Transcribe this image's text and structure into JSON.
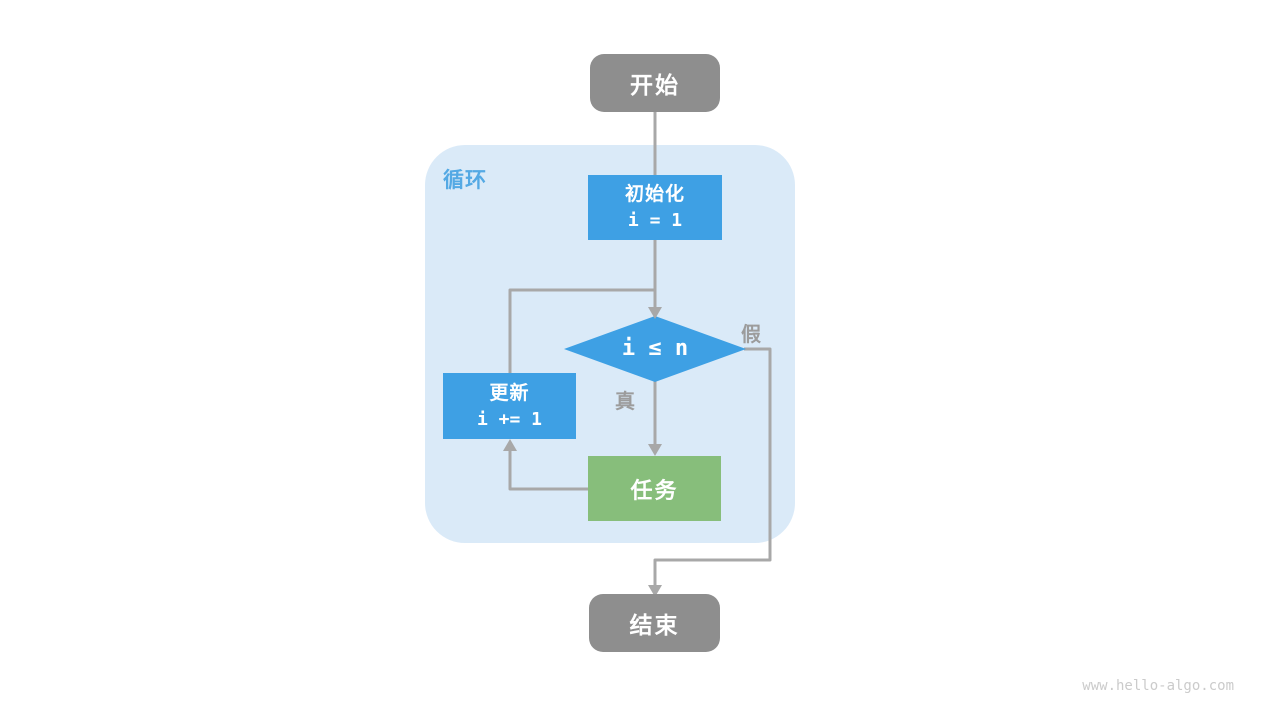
{
  "diagram": {
    "loop_label": "循环",
    "nodes": {
      "start": {
        "label": "开始"
      },
      "init": {
        "title": "初始化",
        "code": "i = 1"
      },
      "condition": {
        "code": "i ≤ n"
      },
      "update": {
        "title": "更新",
        "code": "i += 1"
      },
      "task": {
        "label": "任务"
      },
      "end": {
        "label": "结束"
      }
    },
    "edge_labels": {
      "true_label": "真",
      "false_label": "假"
    },
    "colors": {
      "process_blue": "#3EA0E4",
      "task_green": "#87BE7B",
      "terminal_gray": "#8E8E8E",
      "loop_container_bg": "#DAEAF8",
      "loop_label_blue": "#54A9E4",
      "connector_gray": "#A8A8A8",
      "edge_label_gray": "#9C9C9C",
      "watermark_gray": "#CBCBCB"
    }
  },
  "page": {
    "watermark": "www.hello-algo.com"
  }
}
